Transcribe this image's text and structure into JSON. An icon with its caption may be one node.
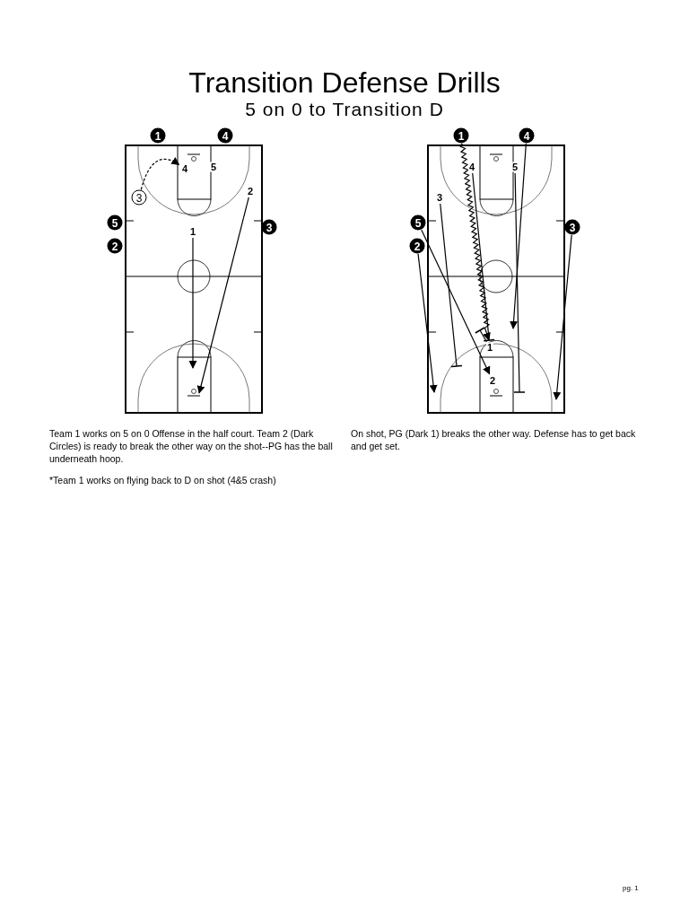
{
  "diagram": {
    "title": "Transition Defense Drills",
    "nodes": [
      {
        "text": [
          "1"
        ]
      },
      {
        "text": [
          "4"
        ]
      },
      {
        "text": [
          "3"
        ]
      },
      {
        "text": [
          "4"
        ]
      },
      {
        "text": [
          "5"
        ]
      },
      {
        "text": [
          "2"
        ]
      },
      {
        "text": [
          "5"
        ]
      },
      {
        "text": [
          "3"
        ]
      },
      {
        "text": [
          "1"
        ]
      },
      {
        "text": [
          "2"
        ]
      },
      {
        "text": [
          "1"
        ]
      },
      {
        "text": [
          "4"
        ]
      },
      {
        "text": [
          "4"
        ]
      },
      {
        "text": [
          "5"
        ]
      },
      {
        "text": [
          "3"
        ]
      },
      {
        "text": [
          "5"
        ]
      },
      {
        "text": [
          "3"
        ]
      },
      {
        "text": [
          "2"
        ]
      },
      {
        "text": [
          "1"
        ]
      },
      {
        "text": [
          "2"
        ]
      }
    ],
    "edges": [
      {
        "from": 2,
        "to": 3,
        "arrow": "to",
        "style": "dashed"
      },
      {
        "from": 8,
        "to": null,
        "arrow": "to"
      },
      {
        "from": 5,
        "to": null,
        "arrow": "to"
      },
      {
        "from": 10,
        "to": 18,
        "arrow": "to"
      },
      {
        "from": 11,
        "to": null,
        "arrow": "to"
      },
      {
        "from": 15,
        "to": 19,
        "arrow": "to"
      },
      {
        "from": 17,
        "to": null,
        "arrow": "to"
      },
      {
        "from": 16,
        "to": null,
        "arrow": "to"
      },
      {
        "from": 14,
        "to": null,
        "arrow": "other"
      },
      {
        "from": 12,
        "to": 18,
        "arrow": "other"
      },
      {
        "from": 13,
        "to": null,
        "arrow": "other"
      },
      {
        "from": 18,
        "to": null,
        "arrow": "other"
      }
    ],
    "labels": [
      "5 on 0 to Transition D",
      "Team 1 works on 5 on 0 Offense in the half court. Team 2 (Dark Circles) is ready to break the other way on the shot--PG has the ball underneath hoop.",
      "On shot, PG (Dark 1) breaks the other way. Defense has to get back and get set.",
      "*Team 1 works on flying back to D on shot (4&5 crash)",
      "pg. 1"
    ]
  }
}
